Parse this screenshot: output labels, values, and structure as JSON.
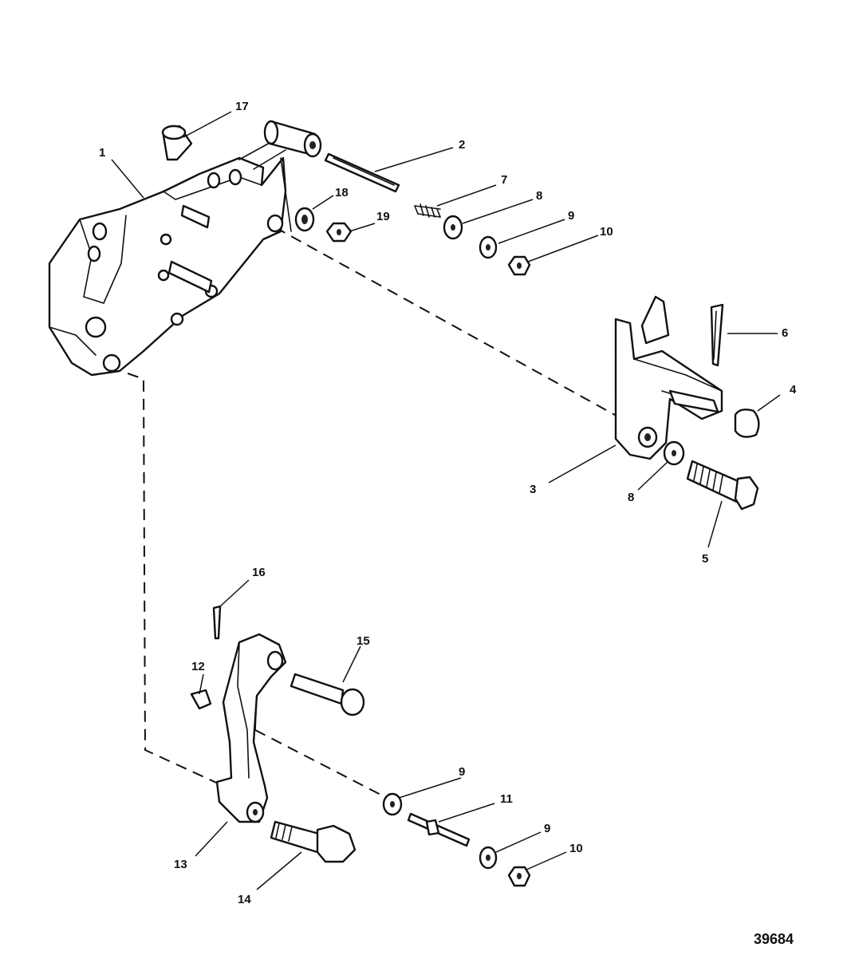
{
  "figure_number": "39684",
  "callouts": [
    "1",
    "2",
    "3",
    "4",
    "5",
    "6",
    "7",
    "8",
    "9",
    "10",
    "11",
    "12",
    "13",
    "14",
    "15",
    "16",
    "17",
    "18",
    "19"
  ],
  "callout_repeats": {
    "8b": "8",
    "9b": "9",
    "9c": "9",
    "10b": "10"
  }
}
